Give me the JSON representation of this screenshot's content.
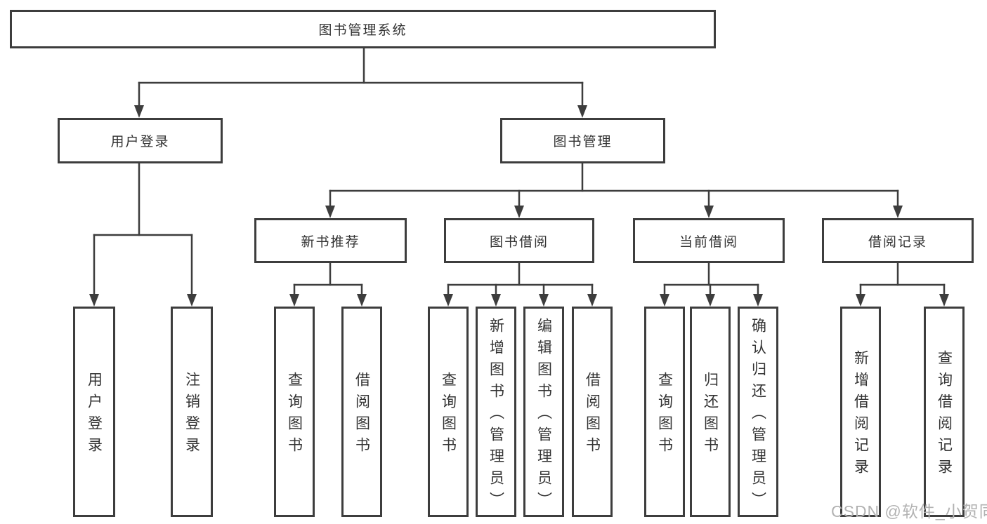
{
  "nodes": {
    "root": "图书管理系统",
    "level2": {
      "user_login": "用户登录",
      "book_mgmt": "图书管理"
    },
    "level3": {
      "new_books": "新书推荐",
      "borrowing": "图书借阅",
      "current": "当前借阅",
      "records": "借阅记录"
    },
    "leaves": {
      "user_login": [
        "用户登录",
        "注销登录"
      ],
      "new_books": [
        "查询图书",
        "借阅图书"
      ],
      "borrowing": [
        "查询图书",
        "新增图书（管理员）",
        "编辑图书（管理员）",
        "借阅图书"
      ],
      "current": [
        "查询图书",
        "归还图书",
        "确认归还（管理员）"
      ],
      "records": [
        "新增借阅记录",
        "查询借阅记录"
      ]
    }
  },
  "watermark": "CSDN @软件_小贺同学",
  "colors": {
    "line": "#3d3d3d",
    "text": "#333333",
    "watermark": "#b2b2b2",
    "background": "#ffffff"
  }
}
